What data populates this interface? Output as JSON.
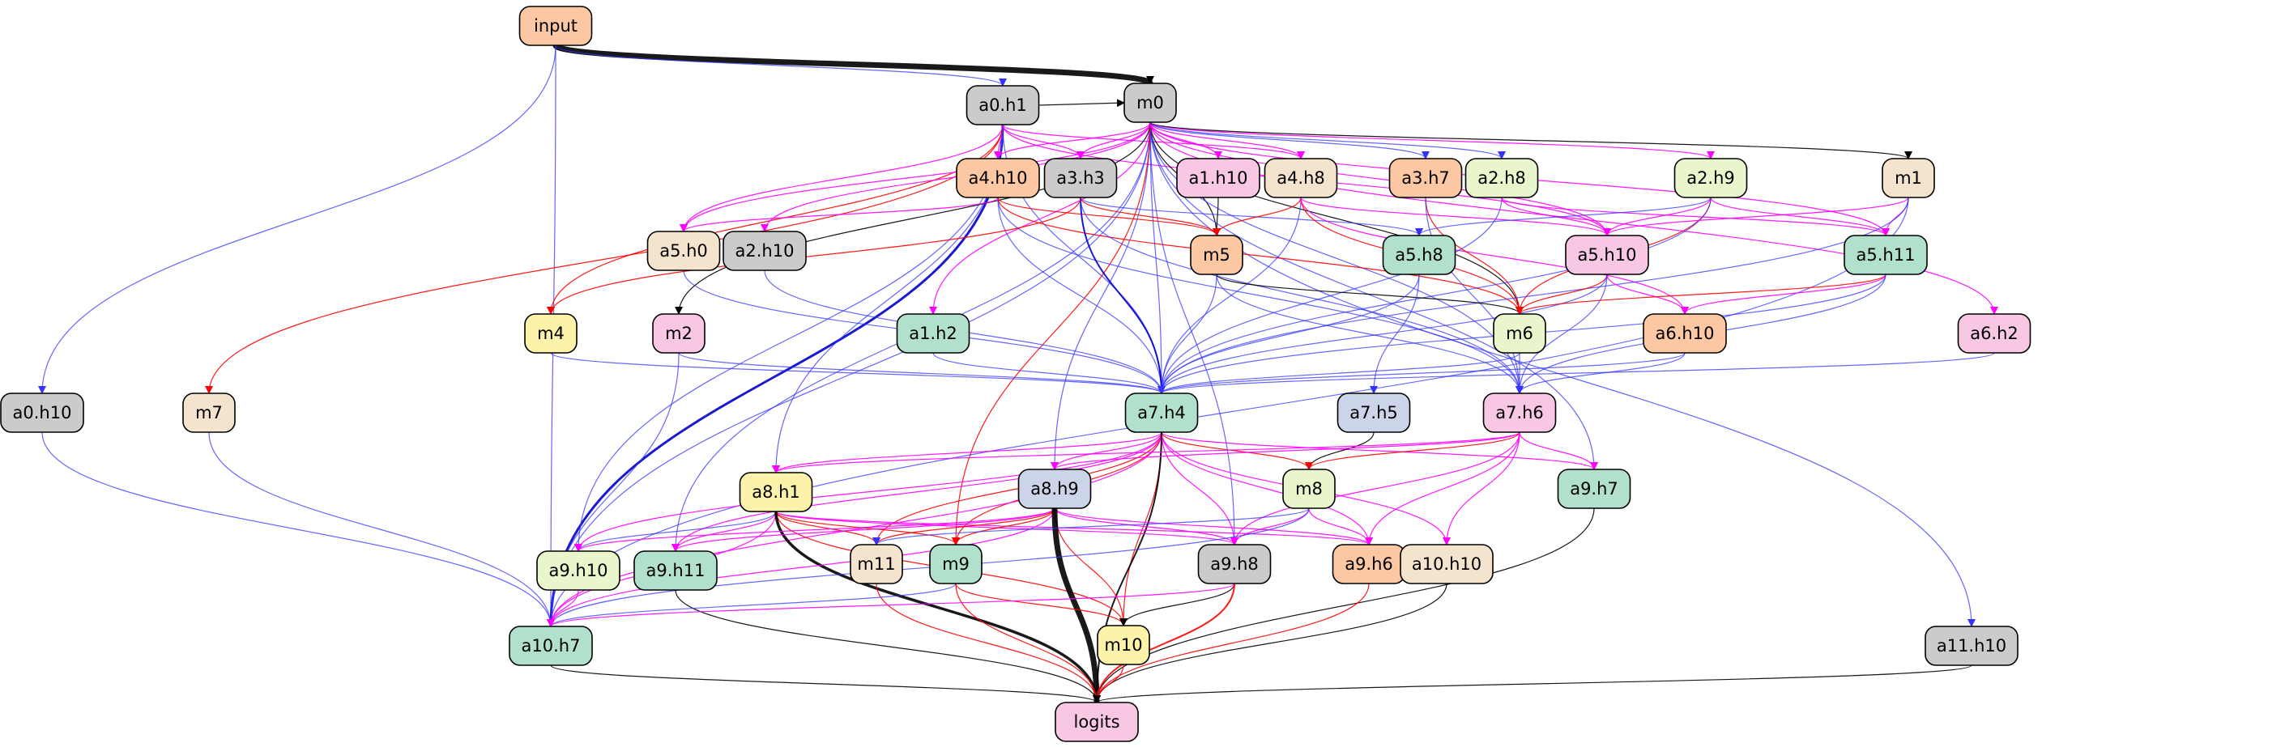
{
  "nodes": [
    {
      "id": "input",
      "label": "input",
      "fill": "#fcc7a3"
    },
    {
      "id": "a0h1",
      "label": "a0.h1",
      "fill": "#cbcbcb"
    },
    {
      "id": "m0",
      "label": "m0",
      "fill": "#cbcbcb"
    },
    {
      "id": "a4h10",
      "label": "a4.h10",
      "fill": "#fcc7a3"
    },
    {
      "id": "a3h3",
      "label": "a3.h3",
      "fill": "#cbcbcb"
    },
    {
      "id": "a1h10",
      "label": "a1.h10",
      "fill": "#f8c7e3"
    },
    {
      "id": "a4h8",
      "label": "a4.h8",
      "fill": "#f5e4cd"
    },
    {
      "id": "a3h7",
      "label": "a3.h7",
      "fill": "#fcc7a3"
    },
    {
      "id": "a2h8",
      "label": "a2.h8",
      "fill": "#e9f5cb"
    },
    {
      "id": "a2h9",
      "label": "a2.h9",
      "fill": "#e9f5cb"
    },
    {
      "id": "m1",
      "label": "m1",
      "fill": "#f5e4cd"
    },
    {
      "id": "a5h0",
      "label": "a5.h0",
      "fill": "#f5e4cd"
    },
    {
      "id": "a2h10",
      "label": "a2.h10",
      "fill": "#cbcbcb"
    },
    {
      "id": "m5",
      "label": "m5",
      "fill": "#fcc7a3"
    },
    {
      "id": "a5h8",
      "label": "a5.h8",
      "fill": "#b1e1cd"
    },
    {
      "id": "a5h10",
      "label": "a5.h10",
      "fill": "#f8c7e3"
    },
    {
      "id": "a5h11",
      "label": "a5.h11",
      "fill": "#b1e1cd"
    },
    {
      "id": "m4",
      "label": "m4",
      "fill": "#fdf2a9"
    },
    {
      "id": "m2",
      "label": "m2",
      "fill": "#f8c7e3"
    },
    {
      "id": "a1h2",
      "label": "a1.h2",
      "fill": "#b1e1cd"
    },
    {
      "id": "m6",
      "label": "m6",
      "fill": "#e9f5cb"
    },
    {
      "id": "a6h10",
      "label": "a6.h10",
      "fill": "#fcc7a3"
    },
    {
      "id": "a6h2",
      "label": "a6.h2",
      "fill": "#f8c7e3"
    },
    {
      "id": "a0h10",
      "label": "a0.h10",
      "fill": "#cbcbcb"
    },
    {
      "id": "m7",
      "label": "m7",
      "fill": "#f5e4cd"
    },
    {
      "id": "a7h4",
      "label": "a7.h4",
      "fill": "#b1e1cd"
    },
    {
      "id": "a7h5",
      "label": "a7.h5",
      "fill": "#cbd4e8"
    },
    {
      "id": "a7h6",
      "label": "a7.h6",
      "fill": "#f8c7e3"
    },
    {
      "id": "a8h1",
      "label": "a8.h1",
      "fill": "#fdf2a9"
    },
    {
      "id": "a8h9",
      "label": "a8.h9",
      "fill": "#cbd4e8"
    },
    {
      "id": "m8",
      "label": "m8",
      "fill": "#e9f5cb"
    },
    {
      "id": "a9h7",
      "label": "a9.h7",
      "fill": "#b1e1cd"
    },
    {
      "id": "a9h10",
      "label": "a9.h10",
      "fill": "#e9f5cb"
    },
    {
      "id": "a9h11",
      "label": "a9.h11",
      "fill": "#b1e1cd"
    },
    {
      "id": "m11",
      "label": "m11",
      "fill": "#f5e4cd"
    },
    {
      "id": "m9",
      "label": "m9",
      "fill": "#b1e1cd"
    },
    {
      "id": "a9h8",
      "label": "a9.h8",
      "fill": "#cbcbcb"
    },
    {
      "id": "a9h6",
      "label": "a9.h6",
      "fill": "#fcc7a3"
    },
    {
      "id": "a10h10",
      "label": "a10.h10",
      "fill": "#f5e4cd"
    },
    {
      "id": "a10h7",
      "label": "a10.h7",
      "fill": "#b1e1cd"
    },
    {
      "id": "m10",
      "label": "m10",
      "fill": "#fdf2a9"
    },
    {
      "id": "a11h10",
      "label": "a11.h10",
      "fill": "#cbcbcb"
    },
    {
      "id": "logits",
      "label": "logits",
      "fill": "#f8c7e3"
    }
  ],
  "edges": [
    {
      "from": "input",
      "to": "m0",
      "color": "#000000",
      "weight": 7
    },
    {
      "from": "input",
      "to": "a0h1",
      "color": "#3333ff",
      "weight": 1.2
    },
    {
      "from": "input",
      "to": "a0h10",
      "color": "#3333ff",
      "weight": 1.2
    },
    {
      "from": "input",
      "to": "a10h7",
      "color": "#3333ff",
      "weight": 1.2
    },
    {
      "from": "a0h1",
      "to": "m0",
      "color": "#000000",
      "weight": 1.2
    },
    {
      "from": "a0h1",
      "to": "a10h7",
      "color": "#0000cc",
      "weight": 3
    },
    {
      "from": "a0h1",
      "to": "a7h4",
      "color": "#3333ff",
      "weight": 1.2
    },
    {
      "from": "a0h1",
      "to": "a4h10",
      "color": "#ff00ff",
      "weight": 1.2
    },
    {
      "from": "a0h1",
      "to": "a3h3",
      "color": "#ff00ff",
      "weight": 1.2
    },
    {
      "from": "a0h1",
      "to": "a4h8",
      "color": "#ff00ff",
      "weight": 1.2
    },
    {
      "from": "a0h1",
      "to": "a5h0",
      "color": "#ff00ff",
      "weight": 1.2
    },
    {
      "from": "a0h1",
      "to": "m4",
      "color": "#ff0000",
      "weight": 1.2
    },
    {
      "from": "a0h1",
      "to": "m7",
      "color": "#ff0000",
      "weight": 1.2
    },
    {
      "from": "a0h1",
      "to": "a9h10",
      "color": "#3333ff",
      "weight": 1.2
    },
    {
      "from": "a0h1",
      "to": "a8h1",
      "color": "#3333ff",
      "weight": 1.2
    },
    {
      "from": "a0h1",
      "to": "a5h10",
      "color": "#ff00ff",
      "weight": 1.2
    },
    {
      "from": "m0",
      "to": "a4h10",
      "color": "#ff00ff",
      "weight": 1.2
    },
    {
      "from": "m0",
      "to": "a3h3",
      "color": "#ff00ff",
      "weight": 1.2
    },
    {
      "from": "m0",
      "to": "a1h10",
      "color": "#ff00ff",
      "weight": 1.2
    },
    {
      "from": "m0",
      "to": "a4h8",
      "color": "#ff00ff",
      "weight": 1.2
    },
    {
      "from": "m0",
      "to": "a3h7",
      "color": "#3333ff",
      "weight": 1.2
    },
    {
      "from": "m0",
      "to": "a2h8",
      "color": "#3333ff",
      "weight": 1.2
    },
    {
      "from": "m0",
      "to": "a2h9",
      "color": "#ff00ff",
      "weight": 1.2
    },
    {
      "from": "m0",
      "to": "m1",
      "color": "#000000",
      "weight": 1.2
    },
    {
      "from": "m0",
      "to": "a5h11",
      "color": "#ff00ff",
      "weight": 1.2
    },
    {
      "from": "m0",
      "to": "a6h2",
      "color": "#ff00ff",
      "weight": 1.2
    },
    {
      "from": "m0",
      "to": "a11h10",
      "color": "#3333ff",
      "weight": 1.2
    },
    {
      "from": "m0",
      "to": "m5",
      "color": "#000000",
      "weight": 1.2
    },
    {
      "from": "m0",
      "to": "m6",
      "color": "#000000",
      "weight": 1.2
    },
    {
      "from": "m0",
      "to": "a7h4",
      "color": "#3333ff",
      "weight": 1.2
    },
    {
      "from": "m0",
      "to": "a7h6",
      "color": "#3333ff",
      "weight": 1.2
    },
    {
      "from": "m0",
      "to": "a9h7",
      "color": "#3333ff",
      "weight": 1.2
    },
    {
      "from": "m0",
      "to": "a9h8",
      "color": "#3333ff",
      "weight": 1.2
    },
    {
      "from": "m0",
      "to": "a10h7",
      "color": "#3333ff",
      "weight": 1.2
    },
    {
      "from": "m0",
      "to": "a2h10",
      "color": "#ff00ff",
      "weight": 1.2
    },
    {
      "from": "m0",
      "to": "a5h0",
      "color": "#ff00ff",
      "weight": 1.2
    },
    {
      "from": "m0",
      "to": "a1h2",
      "color": "#ff00ff",
      "weight": 1.2
    },
    {
      "from": "m0",
      "to": "m2",
      "color": "#000000",
      "weight": 1.2
    },
    {
      "from": "m0",
      "to": "a9h11",
      "color": "#3333ff",
      "weight": 1.2
    },
    {
      "from": "m0",
      "to": "a8h9",
      "color": "#3333ff",
      "weight": 1.2
    },
    {
      "from": "m0",
      "to": "m9",
      "color": "#ff0000",
      "weight": 1.2
    },
    {
      "from": "m0",
      "to": "a5h10",
      "color": "#ff00ff",
      "weight": 1.2
    },
    {
      "from": "a4h10",
      "to": "m5",
      "color": "#ff0000",
      "weight": 1.2
    },
    {
      "from": "a4h10",
      "to": "a7h4",
      "color": "#3333ff",
      "weight": 1.2
    },
    {
      "from": "a4h10",
      "to": "a7h6",
      "color": "#3333ff",
      "weight": 1.2
    },
    {
      "from": "a4h10",
      "to": "m6",
      "color": "#ff0000",
      "weight": 1.2
    },
    {
      "from": "a4h10",
      "to": "a5h0",
      "color": "#ff00ff",
      "weight": 1.2
    },
    {
      "from": "a3h3",
      "to": "m5",
      "color": "#ff0000",
      "weight": 1.2
    },
    {
      "from": "a3h3",
      "to": "a5h8",
      "color": "#3333ff",
      "weight": 1.2
    },
    {
      "from": "a3h3",
      "to": "a7h4",
      "color": "#0000cc",
      "weight": 2
    },
    {
      "from": "a3h3",
      "to": "a7h6",
      "color": "#3333ff",
      "weight": 1.2
    },
    {
      "from": "a3h3",
      "to": "m4",
      "color": "#ff0000",
      "weight": 1.2
    },
    {
      "from": "a1h10",
      "to": "m5",
      "color": "#000000",
      "weight": 1.2
    },
    {
      "from": "a4h8",
      "to": "m5",
      "color": "#ff0000",
      "weight": 1.2
    },
    {
      "from": "a4h8",
      "to": "a7h4",
      "color": "#3333ff",
      "weight": 1.2
    },
    {
      "from": "a4h8",
      "to": "m6",
      "color": "#ff0000",
      "weight": 1.2
    },
    {
      "from": "a4h8",
      "to": "a6h10",
      "color": "#ff00ff",
      "weight": 1.2
    },
    {
      "from": "a4h8",
      "to": "a5h10",
      "color": "#ff00ff",
      "weight": 1.2
    },
    {
      "from": "a3h7",
      "to": "m6",
      "color": "#ff0000",
      "weight": 1.2
    },
    {
      "from": "a3h7",
      "to": "a7h6",
      "color": "#3333ff",
      "weight": 1.2
    },
    {
      "from": "a2h8",
      "to": "a7h4",
      "color": "#3333ff",
      "weight": 1.2
    },
    {
      "from": "a2h8",
      "to": "a5h10",
      "color": "#ff00ff",
      "weight": 1.2
    },
    {
      "from": "a2h8",
      "to": "a5h11",
      "color": "#ff00ff",
      "weight": 1.2
    },
    {
      "from": "a2h9",
      "to": "a5h8",
      "color": "#3333ff",
      "weight": 1.2
    },
    {
      "from": "a2h9",
      "to": "a5h10",
      "color": "#ff00ff",
      "weight": 1.2
    },
    {
      "from": "a2h9",
      "to": "a5h11",
      "color": "#ff00ff",
      "weight": 1.2
    },
    {
      "from": "a2h9",
      "to": "m6",
      "color": "#ff0000",
      "weight": 1.2
    },
    {
      "from": "a2h9",
      "to": "a7h4",
      "color": "#3333ff",
      "weight": 1.2
    },
    {
      "from": "m1",
      "to": "a5h10",
      "color": "#ff00ff",
      "weight": 1.2
    },
    {
      "from": "m1",
      "to": "a5h11",
      "color": "#ff00ff",
      "weight": 1.2
    },
    {
      "from": "m1",
      "to": "a7h4",
      "color": "#3333ff",
      "weight": 1.2
    },
    {
      "from": "m1",
      "to": "a10h7",
      "color": "#3333ff",
      "weight": 1.2
    },
    {
      "from": "a5h0",
      "to": "a7h4",
      "color": "#3333ff",
      "weight": 1.2
    },
    {
      "from": "a2h10",
      "to": "a7h4",
      "color": "#3333ff",
      "weight": 1.2
    },
    {
      "from": "m5",
      "to": "a7h4",
      "color": "#3333ff",
      "weight": 1.2
    },
    {
      "from": "m5",
      "to": "m6",
      "color": "#000000",
      "weight": 1.2
    },
    {
      "from": "m5",
      "to": "a7h6",
      "color": "#3333ff",
      "weight": 1.2
    },
    {
      "from": "a5h8",
      "to": "a7h4",
      "color": "#3333ff",
      "weight": 1.2
    },
    {
      "from": "a5h8",
      "to": "a7h5",
      "color": "#3333ff",
      "weight": 1.2
    },
    {
      "from": "a5h10",
      "to": "m6",
      "color": "#ff0000",
      "weight": 1.2
    },
    {
      "from": "a5h10",
      "to": "a6h10",
      "color": "#ff00ff",
      "weight": 1.2
    },
    {
      "from": "a5h10",
      "to": "a7h6",
      "color": "#3333ff",
      "weight": 1.2
    },
    {
      "from": "a5h10",
      "to": "a7h4",
      "color": "#3333ff",
      "weight": 1.2
    },
    {
      "from": "a5h11",
      "to": "m6",
      "color": "#ff0000",
      "weight": 1.2
    },
    {
      "from": "a5h11",
      "to": "a6h10",
      "color": "#ff00ff",
      "weight": 1.2
    },
    {
      "from": "a5h11",
      "to": "a7h4",
      "color": "#3333ff",
      "weight": 1.2
    },
    {
      "from": "a5h11",
      "to": "a7h6",
      "color": "#3333ff",
      "weight": 1.2
    },
    {
      "from": "m4",
      "to": "a7h4",
      "color": "#3333ff",
      "weight": 1.2
    },
    {
      "from": "m2",
      "to": "a7h4",
      "color": "#3333ff",
      "weight": 1.2
    },
    {
      "from": "m2",
      "to": "a10h7",
      "color": "#3333ff",
      "weight": 1.2
    },
    {
      "from": "a1h2",
      "to": "a7h4",
      "color": "#3333ff",
      "weight": 1.2
    },
    {
      "from": "m6",
      "to": "a7h4",
      "color": "#3333ff",
      "weight": 1.2
    },
    {
      "from": "m6",
      "to": "a7h6",
      "color": "#3333ff",
      "weight": 1.2
    },
    {
      "from": "a6h10",
      "to": "a7h6",
      "color": "#3333ff",
      "weight": 1.2
    },
    {
      "from": "a6h10",
      "to": "a7h4",
      "color": "#3333ff",
      "weight": 1.2
    },
    {
      "from": "a6h2",
      "to": "a7h4",
      "color": "#3333ff",
      "weight": 1.2
    },
    {
      "from": "a0h10",
      "to": "a10h7",
      "color": "#3333ff",
      "weight": 1.2
    },
    {
      "from": "m7",
      "to": "a10h7",
      "color": "#3333ff",
      "weight": 1.2
    },
    {
      "from": "a7h4",
      "to": "a8h1",
      "color": "#ff00ff",
      "weight": 1.2
    },
    {
      "from": "a7h4",
      "to": "a8h9",
      "color": "#ff00ff",
      "weight": 1.2
    },
    {
      "from": "a7h4",
      "to": "m8",
      "color": "#ff0000",
      "weight": 1.2
    },
    {
      "from": "a7h4",
      "to": "a9h7",
      "color": "#ff00ff",
      "weight": 1.2
    },
    {
      "from": "a7h4",
      "to": "a9h10",
      "color": "#ff00ff",
      "weight": 1.2
    },
    {
      "from": "a7h4",
      "to": "a9h11",
      "color": "#ff00ff",
      "weight": 1.2
    },
    {
      "from": "a7h4",
      "to": "m11",
      "color": "#ff0000",
      "weight": 1.2
    },
    {
      "from": "a7h4",
      "to": "m9",
      "color": "#ff0000",
      "weight": 1.2
    },
    {
      "from": "a7h4",
      "to": "a9h8",
      "color": "#ff00ff",
      "weight": 1.2
    },
    {
      "from": "a7h4",
      "to": "a9h6",
      "color": "#ff00ff",
      "weight": 1.2
    },
    {
      "from": "a7h4",
      "to": "a10h10",
      "color": "#ff00ff",
      "weight": 1.2
    },
    {
      "from": "a7h4",
      "to": "a10h7",
      "color": "#ff00ff",
      "weight": 1.2
    },
    {
      "from": "a7h4",
      "to": "m10",
      "color": "#ff0000",
      "weight": 1.2
    },
    {
      "from": "a7h4",
      "to": "logits",
      "color": "#000000",
      "weight": 2
    },
    {
      "from": "a7h5",
      "to": "m8",
      "color": "#000000",
      "weight": 1.2
    },
    {
      "from": "a7h6",
      "to": "a8h1",
      "color": "#ff00ff",
      "weight": 1.2
    },
    {
      "from": "a7h6",
      "to": "a8h9",
      "color": "#ff00ff",
      "weight": 1.2
    },
    {
      "from": "a7h6",
      "to": "m8",
      "color": "#ff0000",
      "weight": 1.2
    },
    {
      "from": "a7h6",
      "to": "a9h7",
      "color": "#ff00ff",
      "weight": 1.2
    },
    {
      "from": "a7h6",
      "to": "a9h8",
      "color": "#ff00ff",
      "weight": 1.2
    },
    {
      "from": "a7h6",
      "to": "a9h6",
      "color": "#ff00ff",
      "weight": 1.2
    },
    {
      "from": "a7h6",
      "to": "a10h10",
      "color": "#ff00ff",
      "weight": 1.2
    },
    {
      "from": "a8h1",
      "to": "a9h10",
      "color": "#3333ff",
      "weight": 1.2
    },
    {
      "from": "a8h1",
      "to": "a9h11",
      "color": "#ff00ff",
      "weight": 1.2
    },
    {
      "from": "a8h1",
      "to": "m11",
      "color": "#ff0000",
      "weight": 1.2
    },
    {
      "from": "a8h1",
      "to": "m9",
      "color": "#ff0000",
      "weight": 1.2
    },
    {
      "from": "a8h1",
      "to": "a9h8",
      "color": "#ff00ff",
      "weight": 1.2
    },
    {
      "from": "a8h1",
      "to": "a9h6",
      "color": "#ff00ff",
      "weight": 1.2
    },
    {
      "from": "a8h1",
      "to": "a10h7",
      "color": "#ff00ff",
      "weight": 1.2
    },
    {
      "from": "a8h1",
      "to": "m10",
      "color": "#ff0000",
      "weight": 1.2
    },
    {
      "from": "a8h1",
      "to": "logits",
      "color": "#000000",
      "weight": 3.5
    },
    {
      "from": "a8h9",
      "to": "a9h10",
      "color": "#ff00ff",
      "weight": 1.2
    },
    {
      "from": "a8h9",
      "to": "a9h11",
      "color": "#ff00ff",
      "weight": 1.2
    },
    {
      "from": "a8h9",
      "to": "m11",
      "color": "#ff0000",
      "weight": 1.2
    },
    {
      "from": "a8h9",
      "to": "m9",
      "color": "#ff0000",
      "weight": 1.2
    },
    {
      "from": "a8h9",
      "to": "a9h8",
      "color": "#ff00ff",
      "weight": 1.2
    },
    {
      "from": "a8h9",
      "to": "a9h6",
      "color": "#ff00ff",
      "weight": 1.2
    },
    {
      "from": "a8h9",
      "to": "a10h7",
      "color": "#ff00ff",
      "weight": 1.2
    },
    {
      "from": "a8h9",
      "to": "m10",
      "color": "#ff0000",
      "weight": 1.2
    },
    {
      "from": "a8h9",
      "to": "logits",
      "color": "#000000",
      "weight": 7
    },
    {
      "from": "m8",
      "to": "m11",
      "color": "#3333ff",
      "weight": 1.2
    },
    {
      "from": "m8",
      "to": "a9h8",
      "color": "#ff00ff",
      "weight": 1.2
    },
    {
      "from": "m8",
      "to": "a9h6",
      "color": "#ff00ff",
      "weight": 1.2
    },
    {
      "from": "m8",
      "to": "a10h7",
      "color": "#3333ff",
      "weight": 1.2
    },
    {
      "from": "a9h7",
      "to": "logits",
      "color": "#000000",
      "weight": 1.2
    },
    {
      "from": "a9h10",
      "to": "a10h7",
      "color": "#ff00ff",
      "weight": 1.2
    },
    {
      "from": "a9h11",
      "to": "logits",
      "color": "#000000",
      "weight": 1.2
    },
    {
      "from": "m11",
      "to": "logits",
      "color": "#ff0000",
      "weight": 1.2
    },
    {
      "from": "m9",
      "to": "a10h7",
      "color": "#3333ff",
      "weight": 1.2
    },
    {
      "from": "m9",
      "to": "m10",
      "color": "#ff0000",
      "weight": 1.2
    },
    {
      "from": "m9",
      "to": "logits",
      "color": "#ff0000",
      "weight": 1.2
    },
    {
      "from": "a9h8",
      "to": "m10",
      "color": "#000000",
      "weight": 1.2
    },
    {
      "from": "a9h8",
      "to": "logits",
      "color": "#ff0000",
      "weight": 2
    },
    {
      "from": "a9h8",
      "to": "a10h7",
      "color": "#ff00ff",
      "weight": 1.2
    },
    {
      "from": "a9h6",
      "to": "logits",
      "color": "#ff0000",
      "weight": 1.2
    },
    {
      "from": "a10h10",
      "to": "logits",
      "color": "#000000",
      "weight": 1.2
    },
    {
      "from": "a10h7",
      "to": "logits",
      "color": "#000000",
      "weight": 1.2
    },
    {
      "from": "m10",
      "to": "logits",
      "color": "#ff0000",
      "weight": 1.2
    },
    {
      "from": "a11h10",
      "to": "logits",
      "color": "#000000",
      "weight": 1.2
    }
  ]
}
